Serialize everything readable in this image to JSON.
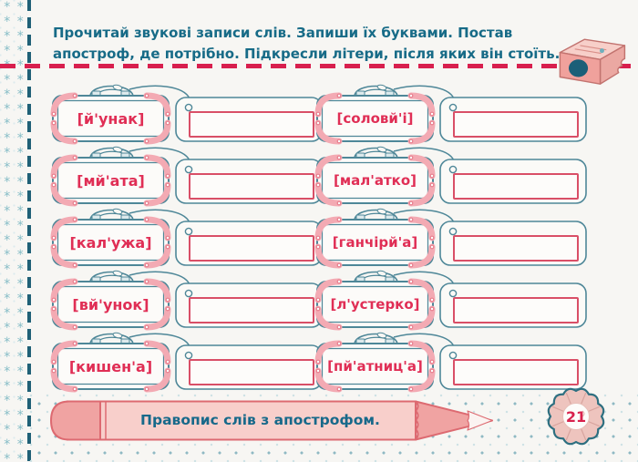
{
  "page": {
    "number": "21"
  },
  "header": {
    "instruction": "Прочитай звукові записи слів. Запиши їх буквами. Постав апостроф, де потрібно. Підкресли літери, після яких він стоїть."
  },
  "words": {
    "left": [
      "[й'унак]",
      "[мй'ата]",
      "[кал'ужа]",
      "[вй'унок]",
      "[кишен'а]"
    ],
    "right": [
      "[соловй'і]",
      "[мал'атко]",
      "[ганчірй'а]",
      "[л'устерко]",
      "[пй'атниц'а]"
    ]
  },
  "footer": {
    "title": "Правопис слів з апострофом."
  },
  "icons": {
    "top_right": "pencil-sharpener-icon",
    "row_art": "suitcase-with-luggage-tag",
    "footer_art": "pencil-banner",
    "badge_art": "pencil-shaving-badge"
  },
  "colors": {
    "background": "#f7f6f3",
    "teal_text": "#176b87",
    "teal_outline": "#4e8798",
    "accent_red": "#e02e55",
    "answer_box_border": "#d94f67",
    "dashed_red_line": "#d81f4e",
    "dashed_teal_line": "#1f6076",
    "pink": "#f2a7a3",
    "hole_teal": "#1b5f78"
  }
}
